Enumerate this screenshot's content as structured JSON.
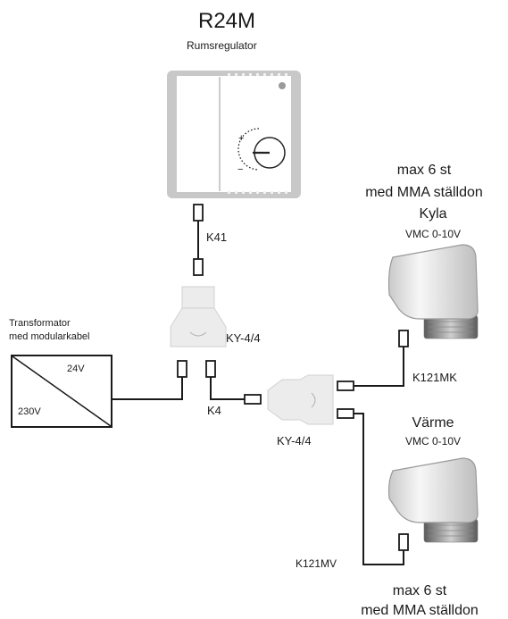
{
  "header": {
    "title": "R24M",
    "subtitle": "Rumsregulator"
  },
  "labels": {
    "k41": "K41",
    "ky44_top": "KY-4/4",
    "ky44_bottom": "KY-4/4",
    "k4": "K4",
    "k121mk": "K121MK",
    "k121mv": "K121MV"
  },
  "transformer": {
    "title_line1": "Transformator",
    "title_line2": "med modularkabel",
    "voltage_out": "24V",
    "voltage_in": "230V"
  },
  "cooling_actuator": {
    "count_line1": "max 6 st",
    "count_line2": "med MMA ställdon",
    "mode": "Kyla",
    "signal": "VMC 0-10V"
  },
  "heating_actuator": {
    "mode": "Värme",
    "signal": "VMC 0-10V",
    "count_line1": "max 6 st",
    "count_line2": "med MMA ställdon"
  },
  "thermostat": {
    "plus_mark": "+",
    "minus_mark": "−"
  }
}
